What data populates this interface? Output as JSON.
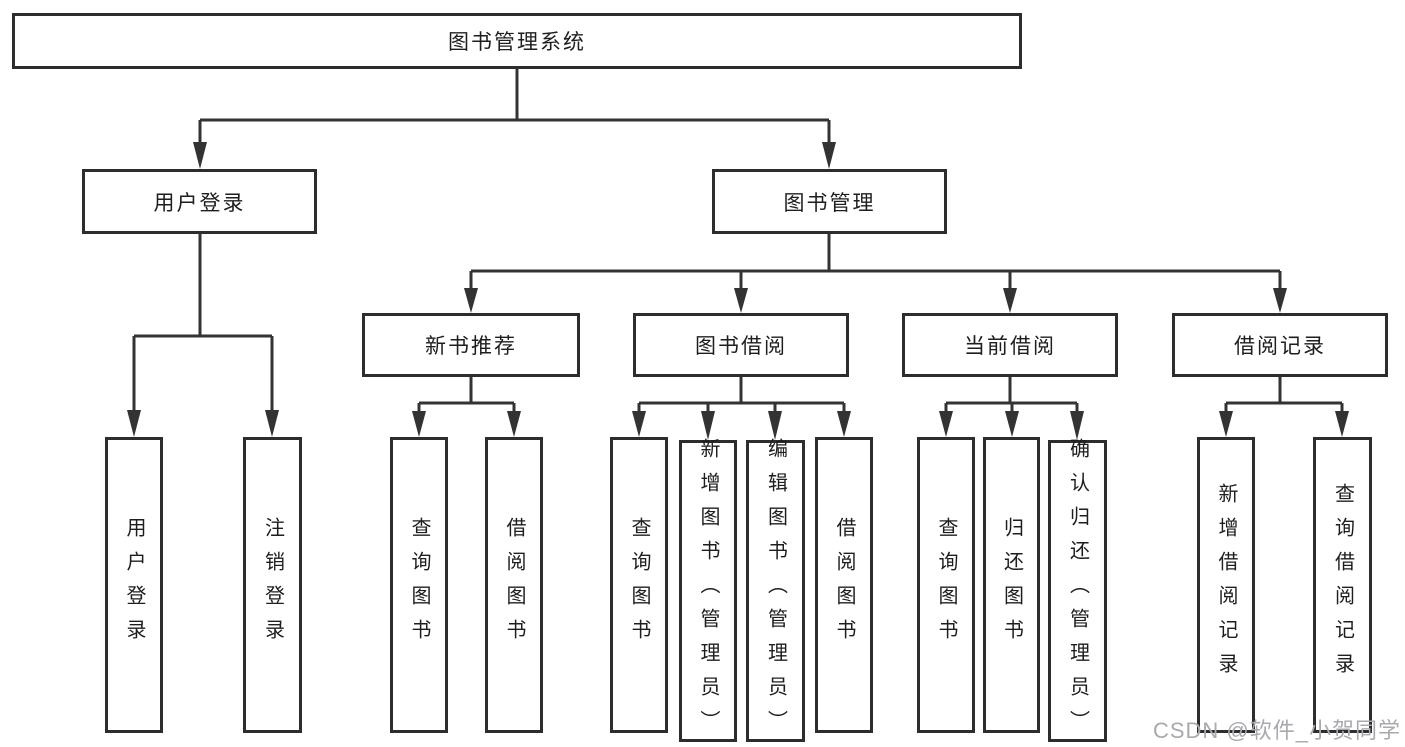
{
  "colors": {
    "line": "#333333",
    "box_border": "#2d2d2d",
    "background": "#ffffff",
    "text": "#1e1e1e",
    "watermark": "#a9a9ae"
  },
  "tree": {
    "root": {
      "label": "图书管理系统"
    },
    "branches": [
      {
        "label": "用户登录",
        "children": [
          {
            "label": "用户登录"
          },
          {
            "label": "注销登录"
          }
        ]
      },
      {
        "label": "图书管理",
        "groups": [
          {
            "label": "新书推荐",
            "children": [
              {
                "label": "查询图书"
              },
              {
                "label": "借阅图书"
              }
            ]
          },
          {
            "label": "图书借阅",
            "children": [
              {
                "label": "查询图书"
              },
              {
                "label": "新增图书（管理员）"
              },
              {
                "label": "编辑图书（管理员）"
              },
              {
                "label": "借阅图书"
              }
            ]
          },
          {
            "label": "当前借阅",
            "children": [
              {
                "label": "查询图书"
              },
              {
                "label": "归还图书"
              },
              {
                "label": "确认归还（管理员）"
              }
            ]
          },
          {
            "label": "借阅记录",
            "children": [
              {
                "label": "新增借阅记录"
              },
              {
                "label": "查询借阅记录"
              }
            ]
          }
        ]
      }
    ]
  },
  "watermark": {
    "text": "CSDN @软件_小贺同学"
  }
}
